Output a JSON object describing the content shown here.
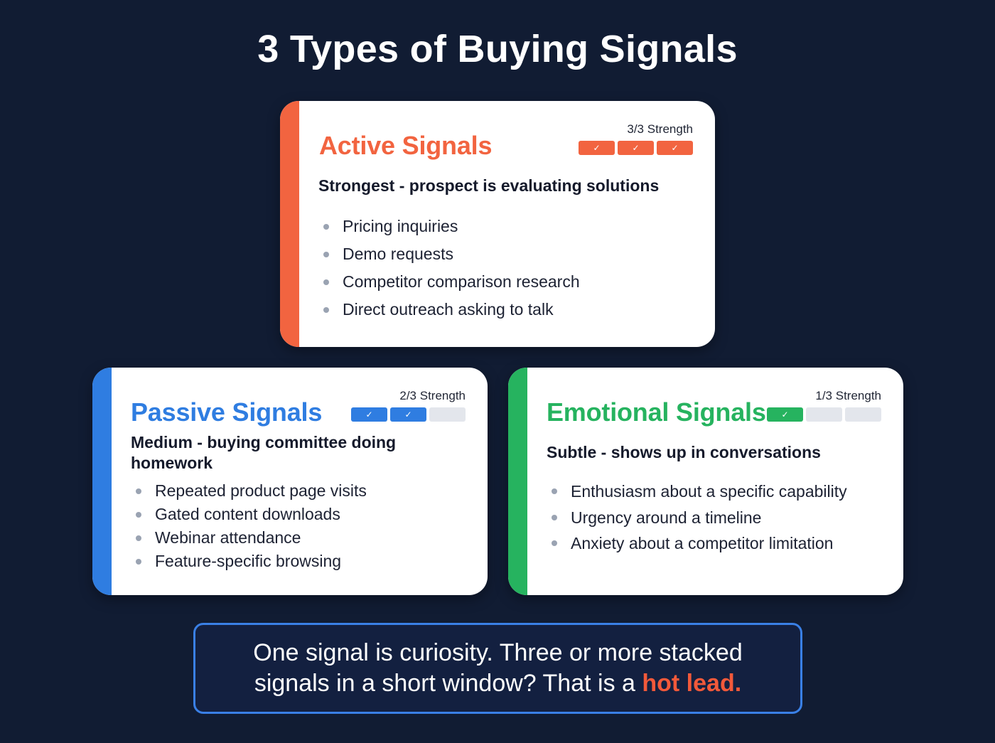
{
  "page": {
    "title": "3 Types of Buying Signals",
    "background_color": "#111c33"
  },
  "cards": {
    "active": {
      "title": "Active Signals",
      "accent_color": "#f26440",
      "strength_label": "3/3 Strength",
      "strength_filled": 3,
      "strength_total": 3,
      "check_icon": "✓",
      "subtitle": "Strongest - prospect is evaluating solutions",
      "items": [
        "Pricing inquiries",
        "Demo requests",
        "Competitor comparison research",
        "Direct outreach asking to talk"
      ]
    },
    "passive": {
      "title": "Passive Signals",
      "accent_color": "#2f7de1",
      "strength_label": "2/3 Strength",
      "strength_filled": 2,
      "strength_total": 3,
      "check_icon": "✓",
      "subtitle": "Medium - buying committee doing homework",
      "items": [
        "Repeated product page visits",
        "Gated content downloads",
        "Webinar attendance",
        "Feature-specific browsing"
      ]
    },
    "emotional": {
      "title": "Emotional Signals",
      "accent_color": "#26b35f",
      "strength_label": "1/3 Strength",
      "strength_filled": 1,
      "strength_total": 3,
      "check_icon": "✓",
      "subtitle": "Subtle - shows up in conversations",
      "items": [
        "Enthusiasm about a specific capability",
        "Urgency around a timeline",
        "Anxiety about a competitor limitation"
      ]
    }
  },
  "callout": {
    "text_line1": "One signal is curiosity. Three or more stacked",
    "text_line2_plain": "signals in a short window? That is a ",
    "text_highlight": "hot lead.",
    "border_color": "#3a80e6",
    "highlight_color": "#f2593a"
  }
}
